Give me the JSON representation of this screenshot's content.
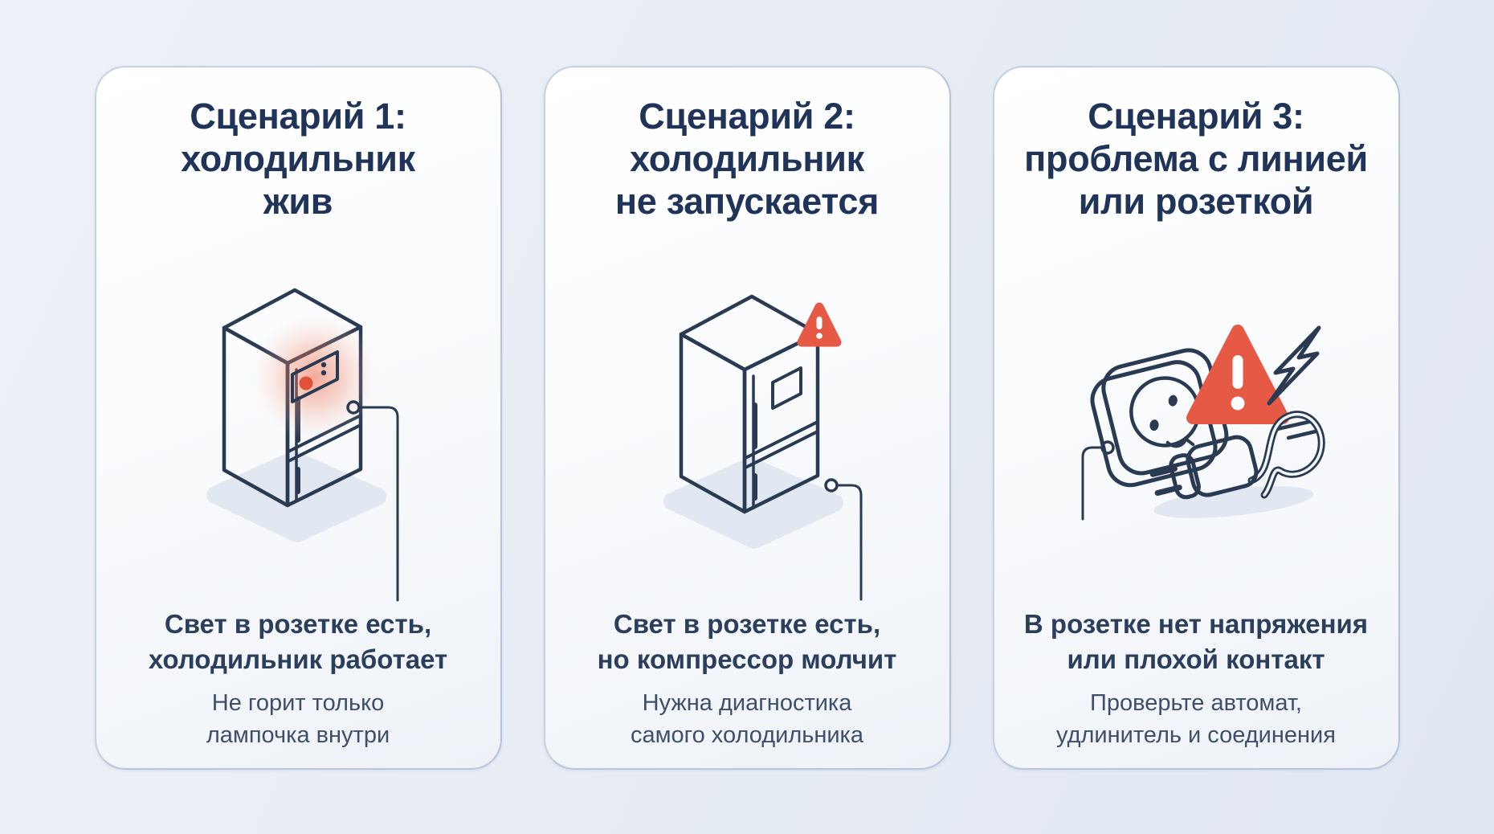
{
  "colors": {
    "background": "#e8edf5",
    "card_background": "#fafbfd",
    "card_border": "#c6d1e2",
    "title_text": "#20345a",
    "subtitle_text": "#2b3e5c",
    "note_text": "#3f4f6a",
    "illustration_outline": "#2b3a53",
    "warning_red": "#e65944",
    "indicator_glow": "#ef6846"
  },
  "cards": [
    {
      "title": "Сценарий 1:\nхолодильник\nжив",
      "subtitle": "Свет в розетке есть,\nхолодильник работает",
      "note": "Не горит только\nлампочка внутри",
      "illustration": "fridge-with-glowing-indicator"
    },
    {
      "title": "Сценарий 2:\nхолодильник\nне запускается",
      "subtitle": "Свет в розетке есть,\nно компрессор молчит",
      "note": "Нужна диагностика\nсамого холодильника",
      "illustration": "fridge-with-warning-triangle"
    },
    {
      "title": "Сценарий 3:\nпроблема с линией\nили розеткой",
      "subtitle": "В розетке нет напряжения\nили плохой контакт",
      "note": "Проверьте автомат,\nудлинитель и соединения",
      "illustration": "socket-plug-warning-lightning"
    }
  ]
}
